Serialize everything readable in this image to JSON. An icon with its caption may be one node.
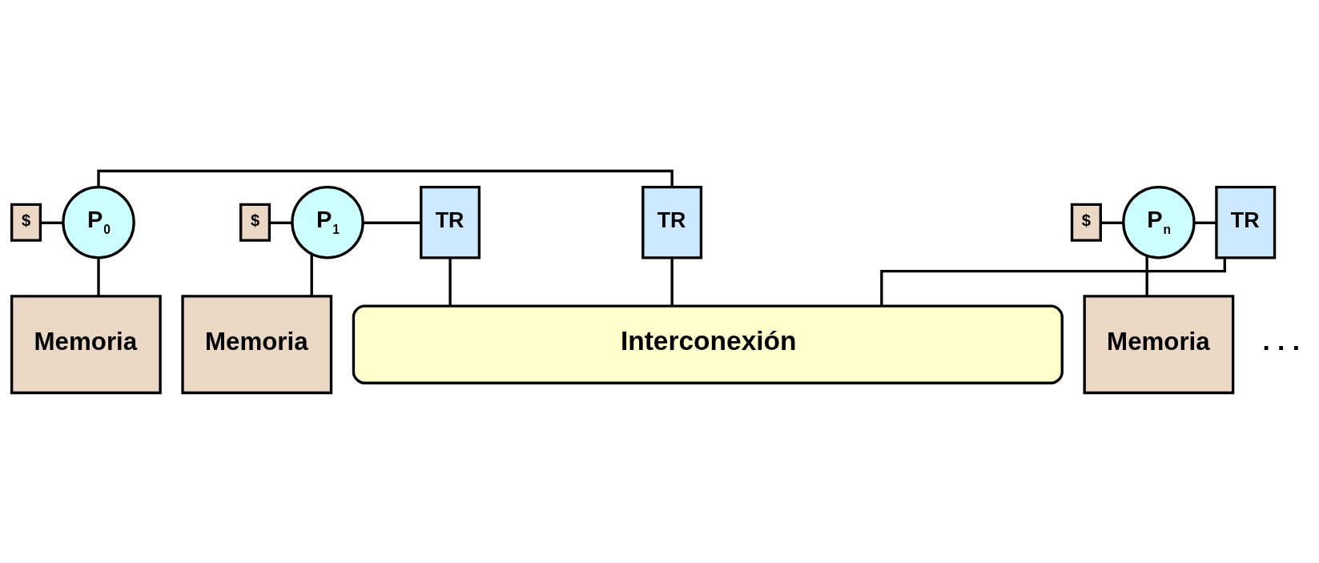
{
  "diagram": {
    "nodes": [
      {
        "text": [
          "$"
        ]
      },
      {
        "text": [
          "P$_{0}$"
        ]
      },
      {
        "text": [
          "TR"
        ]
      },
      {
        "text": [
          "Memoria"
        ]
      },
      {
        "text": [
          "$"
        ]
      },
      {
        "text": [
          "P$_{1}$"
        ]
      },
      {
        "text": [
          "TR"
        ]
      },
      {
        "text": [
          "Memoria"
        ]
      },
      {
        "text": [
          "$"
        ]
      },
      {
        "text": [
          "P$_{n}$"
        ]
      },
      {
        "text": [
          "TR"
        ]
      },
      {
        "text": [
          "Memoria"
        ]
      },
      {
        "text": [
          "Interconexión"
        ]
      }
    ],
    "edges": [
      {
        "from": 0,
        "to": 1,
        "arrow": "none"
      },
      {
        "from": 1,
        "to": 2,
        "arrow": "none"
      },
      {
        "from": 1,
        "to": 3,
        "arrow": "none"
      },
      {
        "from": 2,
        "to": 12,
        "arrow": "none"
      },
      {
        "from": 4,
        "to": 5,
        "arrow": "none"
      },
      {
        "from": 5,
        "to": 6,
        "arrow": "none"
      },
      {
        "from": 5,
        "to": 7,
        "arrow": "none"
      },
      {
        "from": 6,
        "to": 12,
        "arrow": "none"
      },
      {
        "from": 8,
        "to": 9,
        "arrow": "none"
      },
      {
        "from": 9,
        "to": 10,
        "arrow": "none"
      },
      {
        "from": 9,
        "to": 11,
        "arrow": "none"
      },
      {
        "from": 10,
        "to": 12,
        "arrow": "none"
      }
    ],
    "labels": [
      ". . ."
    ]
  }
}
